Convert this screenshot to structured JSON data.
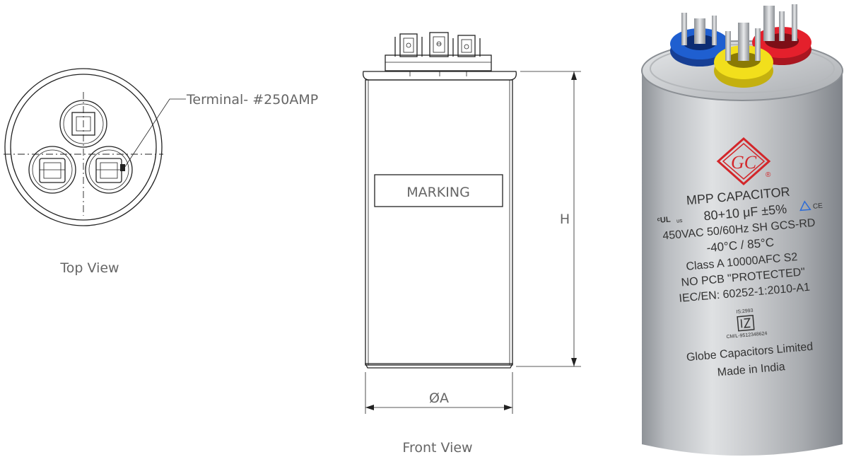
{
  "labels": {
    "terminal": "Terminal- #250AMP",
    "top_view": "Top View",
    "front_view": "Front View",
    "marking": "MARKING",
    "height": "H",
    "diameter": "ØA"
  },
  "photo": {
    "logo": "GC",
    "registered": "®",
    "line1": "MPP CAPACITOR",
    "line2": "80+10 μF  ±5%",
    "line3": "450VAC 50/60Hz SH GCS-RD",
    "line4": "-40°C / 85°C",
    "line5": "Class A 10000AFC S2",
    "line6": "NO PCB \"PROTECTED\"",
    "line7": "IEC/EN: 60252-1:2010-A1",
    "is_code": "IS:2993",
    "cml": "CM/L-9512348624",
    "company": "Globe Capacitors Limited",
    "origin": "Made in India",
    "ul_mark": "ᶜUL",
    "us_mark": "us",
    "ce_mark": "CE"
  },
  "colors": {
    "cap_blue": "#1f5fd0",
    "cap_yellow": "#f2df1c",
    "cap_red": "#e4202c",
    "logo_red": "#d3262a",
    "metal": "#c4c6c9"
  }
}
